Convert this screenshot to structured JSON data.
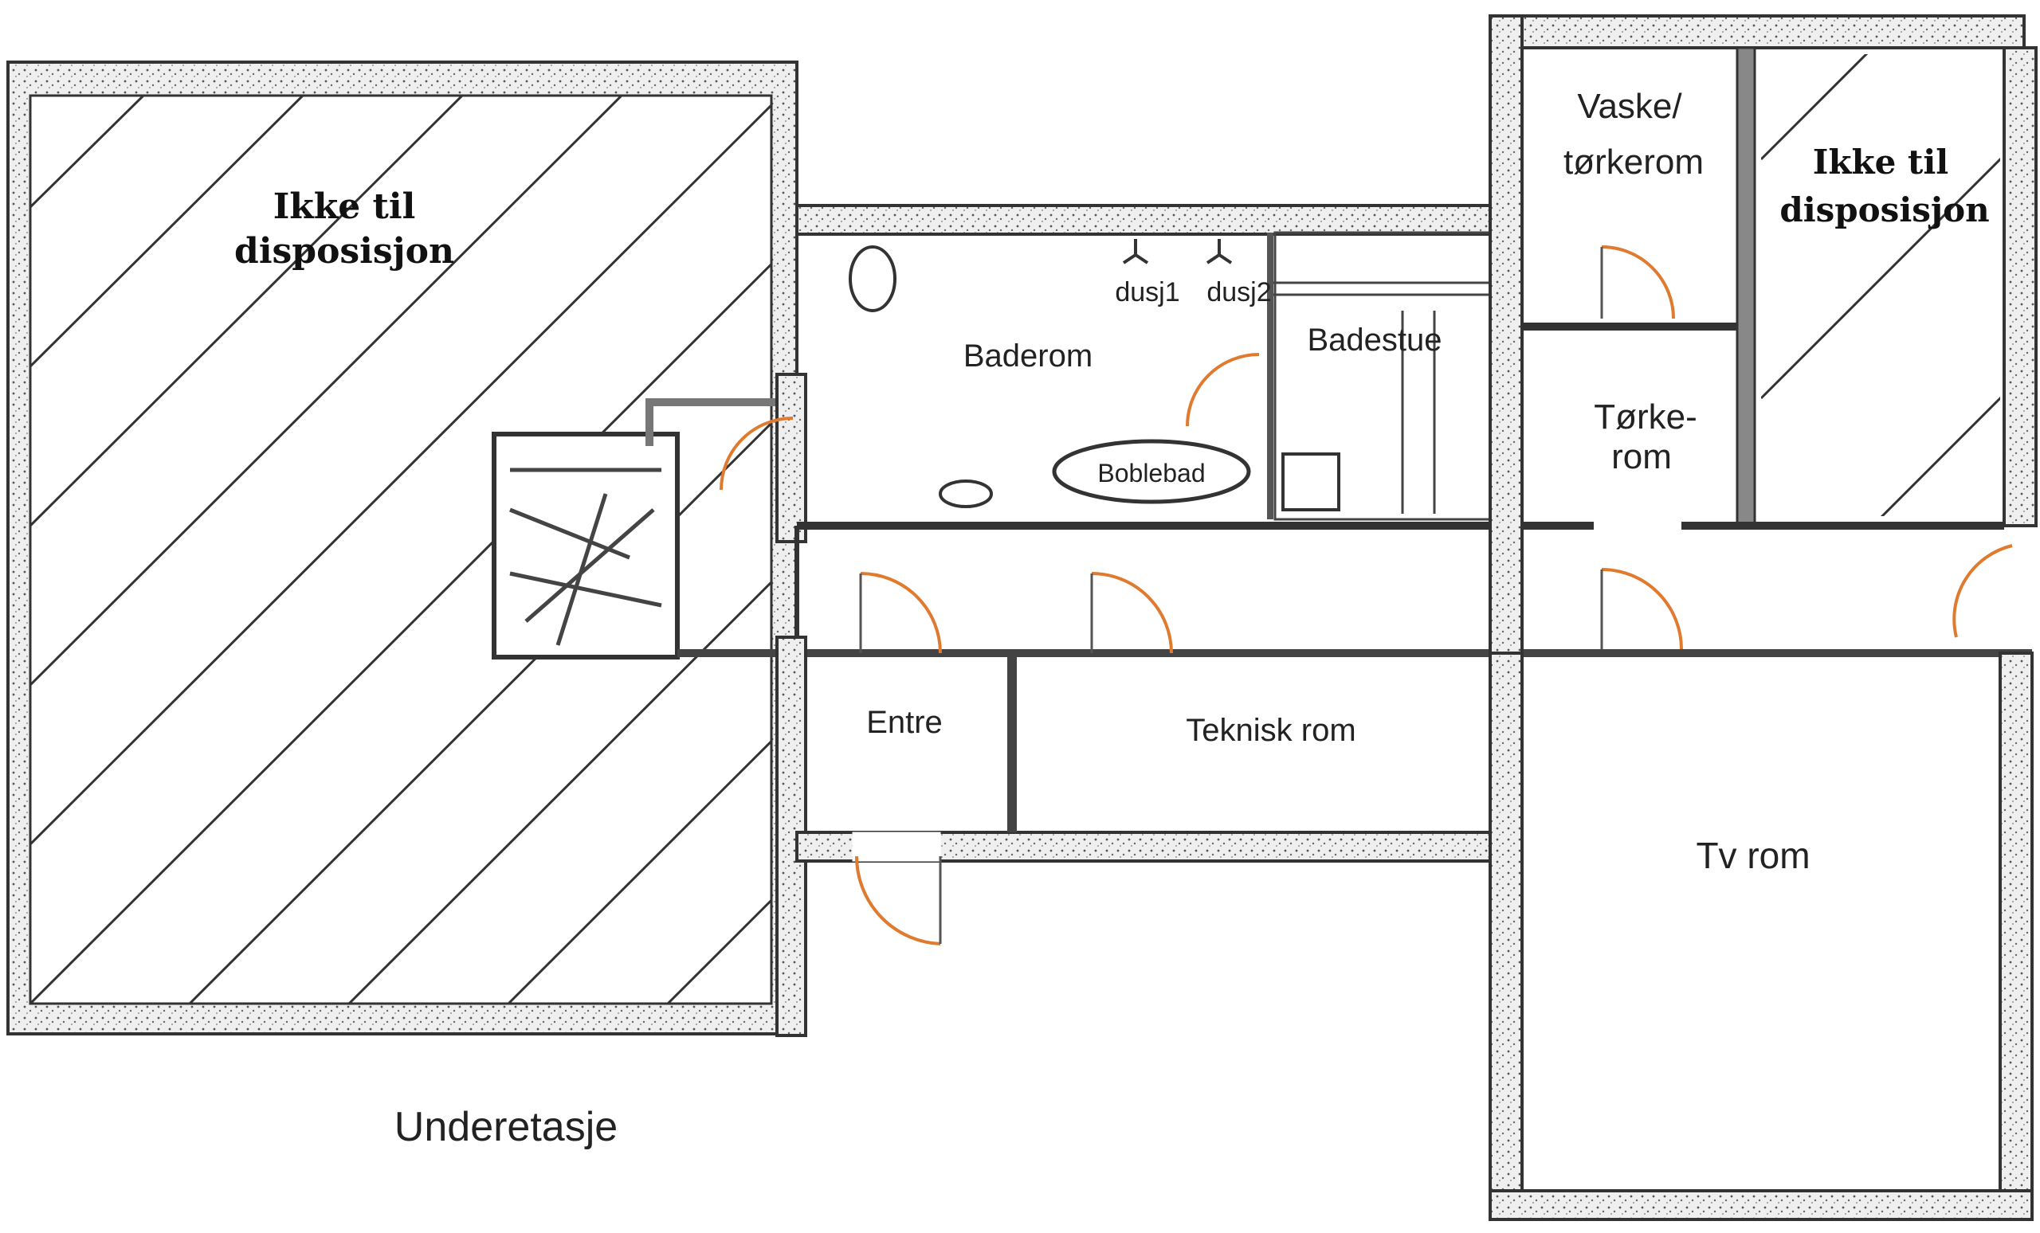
{
  "plan": {
    "floor_title": "Underetasje",
    "rooms": {
      "unavailable_left": "Ikke til\ndisposisjon",
      "unavailable_right": "Ikke til\ndisposisjon",
      "bathroom": "Baderom",
      "shower1": "dusj1",
      "shower2": "dusj2",
      "sauna": "Badestue",
      "jacuzzi": "Boblebad",
      "laundry": "Vaske/\ntørkerom",
      "drying": "Tørke-\nrom",
      "entrance": "Entre",
      "technical": "Teknisk rom",
      "tv": "Tv rom"
    }
  },
  "colors": {
    "wall_fill": "#e9e9e9",
    "wall_stroke": "#333333",
    "door_arc": "#e07a2e",
    "text": "#222222"
  }
}
